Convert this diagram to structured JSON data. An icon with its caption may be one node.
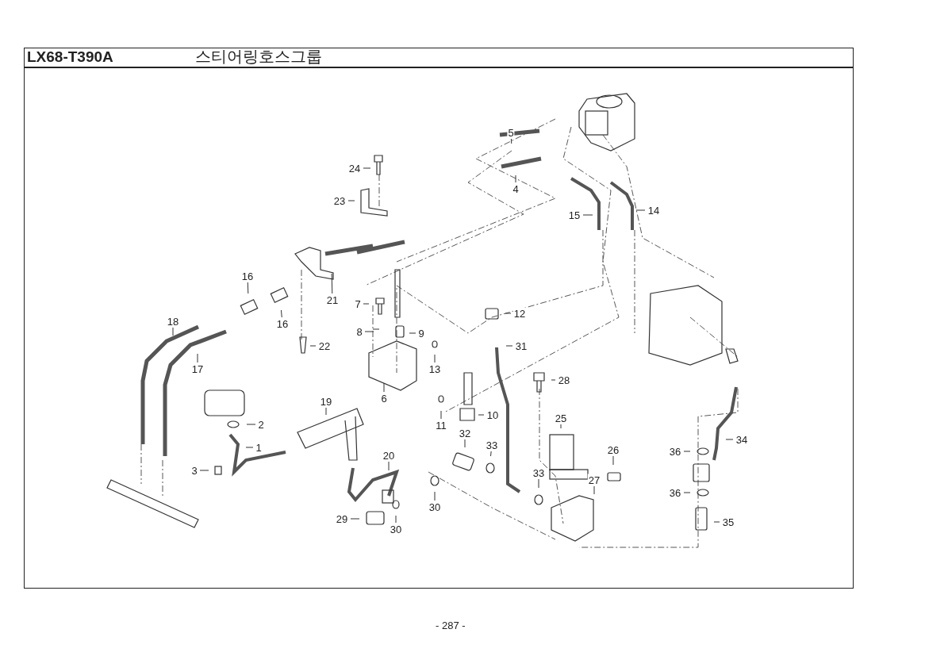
{
  "diagram": {
    "title": "LX68-T390A",
    "nodes": [
      {
        "text": [
          "5"
        ]
      },
      {
        "text": [
          "24"
        ]
      },
      {
        "text": [
          "4"
        ]
      },
      {
        "text": [
          "23"
        ]
      },
      {
        "text": [
          "14"
        ]
      },
      {
        "text": [
          "15"
        ]
      },
      {
        "text": [
          "16"
        ]
      },
      {
        "text": [
          "21"
        ]
      },
      {
        "text": [
          "7"
        ]
      },
      {
        "text": [
          "12"
        ]
      },
      {
        "text": [
          "18"
        ]
      },
      {
        "text": [
          "16"
        ]
      },
      {
        "text": [
          "8"
        ]
      },
      {
        "text": [
          "9"
        ]
      },
      {
        "text": [
          "22"
        ]
      },
      {
        "text": [
          "31"
        ]
      },
      {
        "text": [
          "13"
        ]
      },
      {
        "text": [
          "17"
        ]
      },
      {
        "text": [
          "28"
        ]
      },
      {
        "text": [
          "6"
        ]
      },
      {
        "text": [
          "19"
        ]
      },
      {
        "text": [
          "25"
        ]
      },
      {
        "text": [
          "10"
        ]
      },
      {
        "text": [
          "2"
        ]
      },
      {
        "text": [
          "11"
        ]
      },
      {
        "text": [
          "34"
        ]
      },
      {
        "text": [
          "32"
        ]
      },
      {
        "text": [
          "1"
        ]
      },
      {
        "text": [
          "33"
        ]
      },
      {
        "text": [
          "26"
        ]
      },
      {
        "text": [
          "36"
        ]
      },
      {
        "text": [
          "20"
        ]
      },
      {
        "text": [
          "3"
        ]
      },
      {
        "text": [
          "33"
        ]
      },
      {
        "text": [
          "27"
        ]
      },
      {
        "text": [
          "36"
        ]
      },
      {
        "text": [
          "30"
        ]
      },
      {
        "text": [
          "29"
        ]
      },
      {
        "text": [
          "35"
        ]
      },
      {
        "text": [
          "30"
        ]
      }
    ],
    "edges": [
      {
        "from": 0,
        "to": null,
        "arrow": "none"
      },
      {
        "from": 1,
        "to": null,
        "arrow": "none"
      },
      {
        "from": 2,
        "to": null,
        "arrow": "none"
      },
      {
        "from": 3,
        "to": null,
        "arrow": "none"
      },
      {
        "from": 4,
        "to": null,
        "arrow": "none"
      },
      {
        "from": 5,
        "to": null,
        "arrow": "none"
      },
      {
        "from": 6,
        "to": null,
        "arrow": "none"
      },
      {
        "from": 7,
        "to": null,
        "arrow": "none"
      },
      {
        "from": 8,
        "to": null,
        "arrow": "none"
      },
      {
        "from": 9,
        "to": null,
        "arrow": "none"
      },
      {
        "from": 10,
        "to": null,
        "arrow": "none"
      },
      {
        "from": 11,
        "to": null,
        "arrow": "none"
      },
      {
        "from": 12,
        "to": null,
        "arrow": "none"
      },
      {
        "from": 13,
        "to": null,
        "arrow": "none"
      },
      {
        "from": 14,
        "to": null,
        "arrow": "none"
      },
      {
        "from": 15,
        "to": null,
        "arrow": "none"
      },
      {
        "from": 16,
        "to": null,
        "arrow": "none"
      },
      {
        "from": 17,
        "to": null,
        "arrow": "none"
      },
      {
        "from": 18,
        "to": null,
        "arrow": "none"
      },
      {
        "from": 19,
        "to": null,
        "arrow": "none"
      },
      {
        "from": 20,
        "to": null,
        "arrow": "none"
      },
      {
        "from": 21,
        "to": null,
        "arrow": "none"
      },
      {
        "from": 22,
        "to": null,
        "arrow": "none"
      },
      {
        "from": 23,
        "to": null,
        "arrow": "none"
      },
      {
        "from": 24,
        "to": null,
        "arrow": "none"
      },
      {
        "from": 25,
        "to": null,
        "arrow": "none"
      },
      {
        "from": 26,
        "to": null,
        "arrow": "none"
      },
      {
        "from": 27,
        "to": null,
        "arrow": "none"
      },
      {
        "from": 28,
        "to": null,
        "arrow": "none"
      },
      {
        "from": 29,
        "to": null,
        "arrow": "none"
      },
      {
        "from": 30,
        "to": null,
        "arrow": "none"
      },
      {
        "from": 31,
        "to": null,
        "arrow": "none"
      },
      {
        "from": 32,
        "to": null,
        "arrow": "none"
      },
      {
        "from": 33,
        "to": null,
        "arrow": "none"
      },
      {
        "from": 34,
        "to": null,
        "arrow": "none"
      },
      {
        "from": 35,
        "to": null,
        "arrow": "none"
      },
      {
        "from": 36,
        "to": null,
        "arrow": "none"
      },
      {
        "from": 37,
        "to": null,
        "arrow": "none"
      },
      {
        "from": 38,
        "to": null,
        "arrow": "none"
      },
      {
        "from": 39,
        "to": null,
        "arrow": "none"
      }
    ],
    "labels": [
      "스티어링호스그룹",
      "- 287 -"
    ]
  }
}
